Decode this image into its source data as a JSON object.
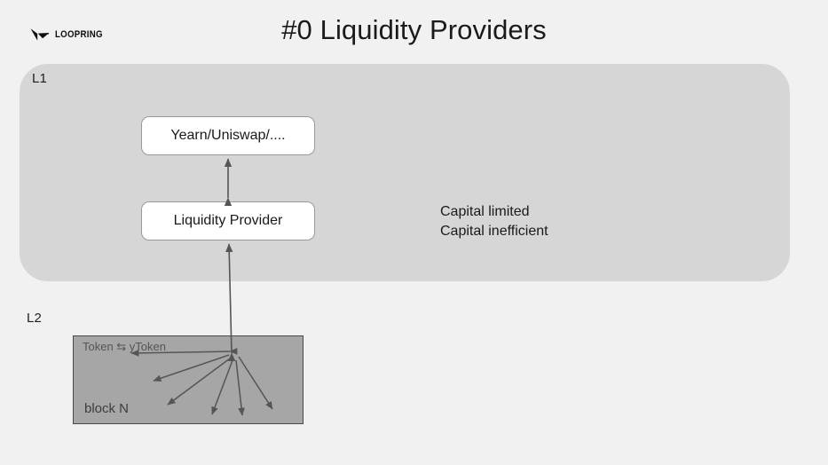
{
  "slide": {
    "title": "#0 Liquidity Providers",
    "background_color": "#f1f1f1"
  },
  "brand": {
    "name": "LOOPRING",
    "mark_icon": "loopring-arrow-icon",
    "color": "#0d0d0d"
  },
  "layers": {
    "l1": {
      "label": "L1",
      "fill_color": "#d6d6d6"
    },
    "l2": {
      "label": "L2",
      "fill_color": "#a6a6a6",
      "border_color": "#4a4a4a",
      "token_label": "Token ⇆ yToken",
      "block_label": "block N"
    }
  },
  "nodes": [
    {
      "id": "protocol",
      "label": "Yearn/Uniswap/....",
      "fill_color": "#ffffff",
      "border_color": "#9a9a9a"
    },
    {
      "id": "provider",
      "label": "Liquidity Provider",
      "fill_color": "#ffffff",
      "border_color": "#9a9a9a"
    }
  ],
  "notes": {
    "lines": [
      "Capital limited",
      "Capital inefficient"
    ]
  },
  "connectors": {
    "protocol_provider": "double-headed-vertical-arrow",
    "provider_l2": "double-headed-vertical-arrow",
    "l2_fanout": "radiating-arrows-from-convergence-point"
  }
}
